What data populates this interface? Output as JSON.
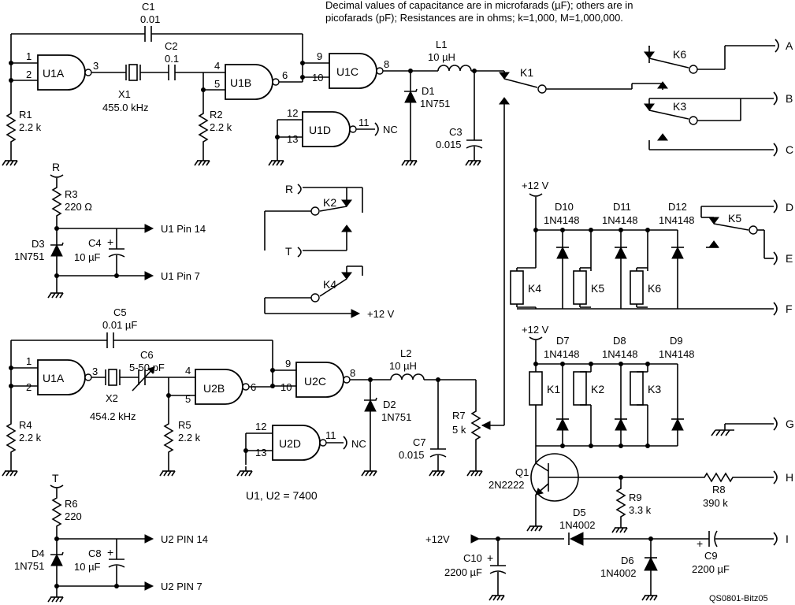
{
  "note": {
    "line1": "Decimal values of capacitance are in microfarads (µF); others are in",
    "line2": "picofarads (pF); Resistances are in ohms; k=1,000, M=1,000,000."
  },
  "top_osc": {
    "c1": {
      "name": "C1",
      "value": "0.01"
    },
    "c2": {
      "name": "C2",
      "value": "0.1"
    },
    "x1": {
      "name": "X1",
      "value": "455.0 kHz"
    },
    "r1": {
      "name": "R1",
      "value": "2.2 k"
    },
    "r2": {
      "name": "R2",
      "value": "2.2 k"
    },
    "u1a": {
      "name": "U1A",
      "pin_a": "1",
      "pin_b": "2",
      "pin_out": "3"
    },
    "u1b": {
      "name": "U1B",
      "pin_a": "4",
      "pin_b": "5",
      "pin_out": "6"
    },
    "u1c": {
      "name": "U1C",
      "pin_a": "9",
      "pin_b": "10",
      "pin_out": "8"
    },
    "u1d": {
      "name": "U1D",
      "pin_a": "12",
      "pin_b": "13",
      "pin_out": "11",
      "nc": "NC"
    },
    "l1": {
      "name": "L1",
      "value": "10 µH"
    },
    "d1": {
      "name": "D1",
      "value": "1N751"
    },
    "c3": {
      "name": "C3",
      "value": "0.015"
    }
  },
  "bottom_osc": {
    "c5": {
      "name": "C5",
      "value": "0.01 µF"
    },
    "c6": {
      "name": "C6",
      "value": "5-50 pF"
    },
    "x2": {
      "name": "X2",
      "value": "454.2 kHz"
    },
    "r4": {
      "name": "R4",
      "value": "2.2 k"
    },
    "r5": {
      "name": "R5",
      "value": "2.2 k"
    },
    "u2a": {
      "name": "U1A",
      "pin_a": "1",
      "pin_b": "2",
      "pin_out": "3"
    },
    "u2b": {
      "name": "U2B",
      "pin_a": "4",
      "pin_b": "5",
      "pin_out": "6"
    },
    "u2c": {
      "name": "U2C",
      "pin_a": "9",
      "pin_b": "10",
      "pin_out": "8"
    },
    "u2d": {
      "name": "U2D",
      "pin_a": "12",
      "pin_b": "13",
      "pin_out": "11",
      "nc": "NC"
    },
    "l2": {
      "name": "L2",
      "value": "10 µH"
    },
    "d2": {
      "name": "D2",
      "value": "1N751"
    },
    "c7": {
      "name": "C7",
      "value": "0.015"
    },
    "r7": {
      "name": "R7",
      "value": "5 k"
    },
    "ic_note": "U1, U2 = 7400"
  },
  "supply1": {
    "node": "R",
    "r3": {
      "name": "R3",
      "value": "220 Ω"
    },
    "d3": {
      "name": "D3",
      "value": "1N751"
    },
    "c4": {
      "name": "C4",
      "value": "10 µF",
      "plus": "+"
    },
    "out1": "U1 Pin 14",
    "out2": "U1 Pin 7"
  },
  "supply2": {
    "node": "T",
    "r6": {
      "name": "R6",
      "value": "220"
    },
    "d4": {
      "name": "D4",
      "value": "1N751"
    },
    "c8": {
      "name": "C8",
      "value": "10 µF",
      "plus": "+"
    },
    "out1": "U2 PIN 14",
    "out2": "U2 PIN 7"
  },
  "relays": {
    "k1": "K1",
    "k2": "K2",
    "k3": "K3",
    "k4": "K4",
    "k5": "K5",
    "k6": "K6",
    "r_label": "R",
    "t_label": "T",
    "k4_out": "+12 V"
  },
  "coil_bank_top": {
    "vcc": "+12 V",
    "diodes": [
      {
        "name": "D10",
        "value": "1N4148"
      },
      {
        "name": "D11",
        "value": "1N4148"
      },
      {
        "name": "D12",
        "value": "1N4148"
      }
    ],
    "coils": [
      "K4",
      "K5",
      "K6"
    ]
  },
  "coil_bank_bottom": {
    "vcc": "+12 V",
    "diodes": [
      {
        "name": "D7",
        "value": "1N4148"
      },
      {
        "name": "D8",
        "value": "1N4148"
      },
      {
        "name": "D9",
        "value": "1N4148"
      }
    ],
    "coils": [
      "K1",
      "K2",
      "K3"
    ]
  },
  "driver": {
    "q1": {
      "name": "Q1",
      "value": "2N2222"
    },
    "r8": {
      "name": "R8",
      "value": "390 k"
    },
    "r9": {
      "name": "R9",
      "value": "3.3 k"
    },
    "d5": {
      "name": "D5",
      "value": "1N4002"
    },
    "d6": {
      "name": "D6",
      "value": "1N4002"
    },
    "c9": {
      "name": "C9",
      "value": "2200 µF",
      "plus": "+"
    },
    "c10": {
      "name": "C10",
      "value": "2200 µF",
      "plus": "+"
    },
    "vcc_out": "+12V"
  },
  "connectors": [
    "A",
    "B",
    "C",
    "D",
    "E",
    "F",
    "G",
    "H",
    "I"
  ],
  "credit": "QS0801-Bitz05"
}
